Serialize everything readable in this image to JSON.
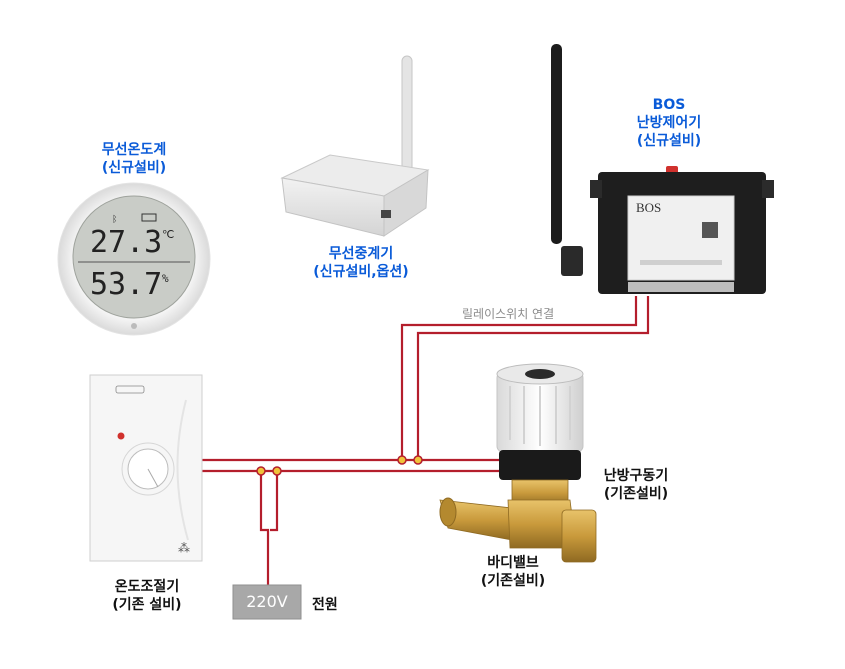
{
  "labels": {
    "wireless_thermometer": [
      "무선온도계",
      "(신규설비)"
    ],
    "thermometer_temp": "27.3",
    "thermometer_temp_unit": "℃",
    "thermometer_humidity": "53.7",
    "thermometer_humidity_unit": "%",
    "wireless_repeater": [
      "무선중계기",
      "(신규설비,옵션)"
    ],
    "bos_controller": [
      "BOS",
      "난방제어기",
      "(신규설비)"
    ],
    "controller_brand": "BOS",
    "relay_switch": "릴레이스위치 연결",
    "thermostat": [
      "온도조절기",
      "(기존 설비)"
    ],
    "heating_actuator": [
      "난방구동기",
      "(기존설비)"
    ],
    "body_valve": [
      "바디밸브",
      "(기존설비)"
    ],
    "power_box": "220V",
    "power_label": "전원"
  },
  "colors": {
    "label_blue": "#0a5bd8",
    "wire_red": "#b41e2c",
    "power_box_gray": "#a8a8a8",
    "controller_black": "#1e1e1e",
    "brass": "#c99a3c"
  }
}
